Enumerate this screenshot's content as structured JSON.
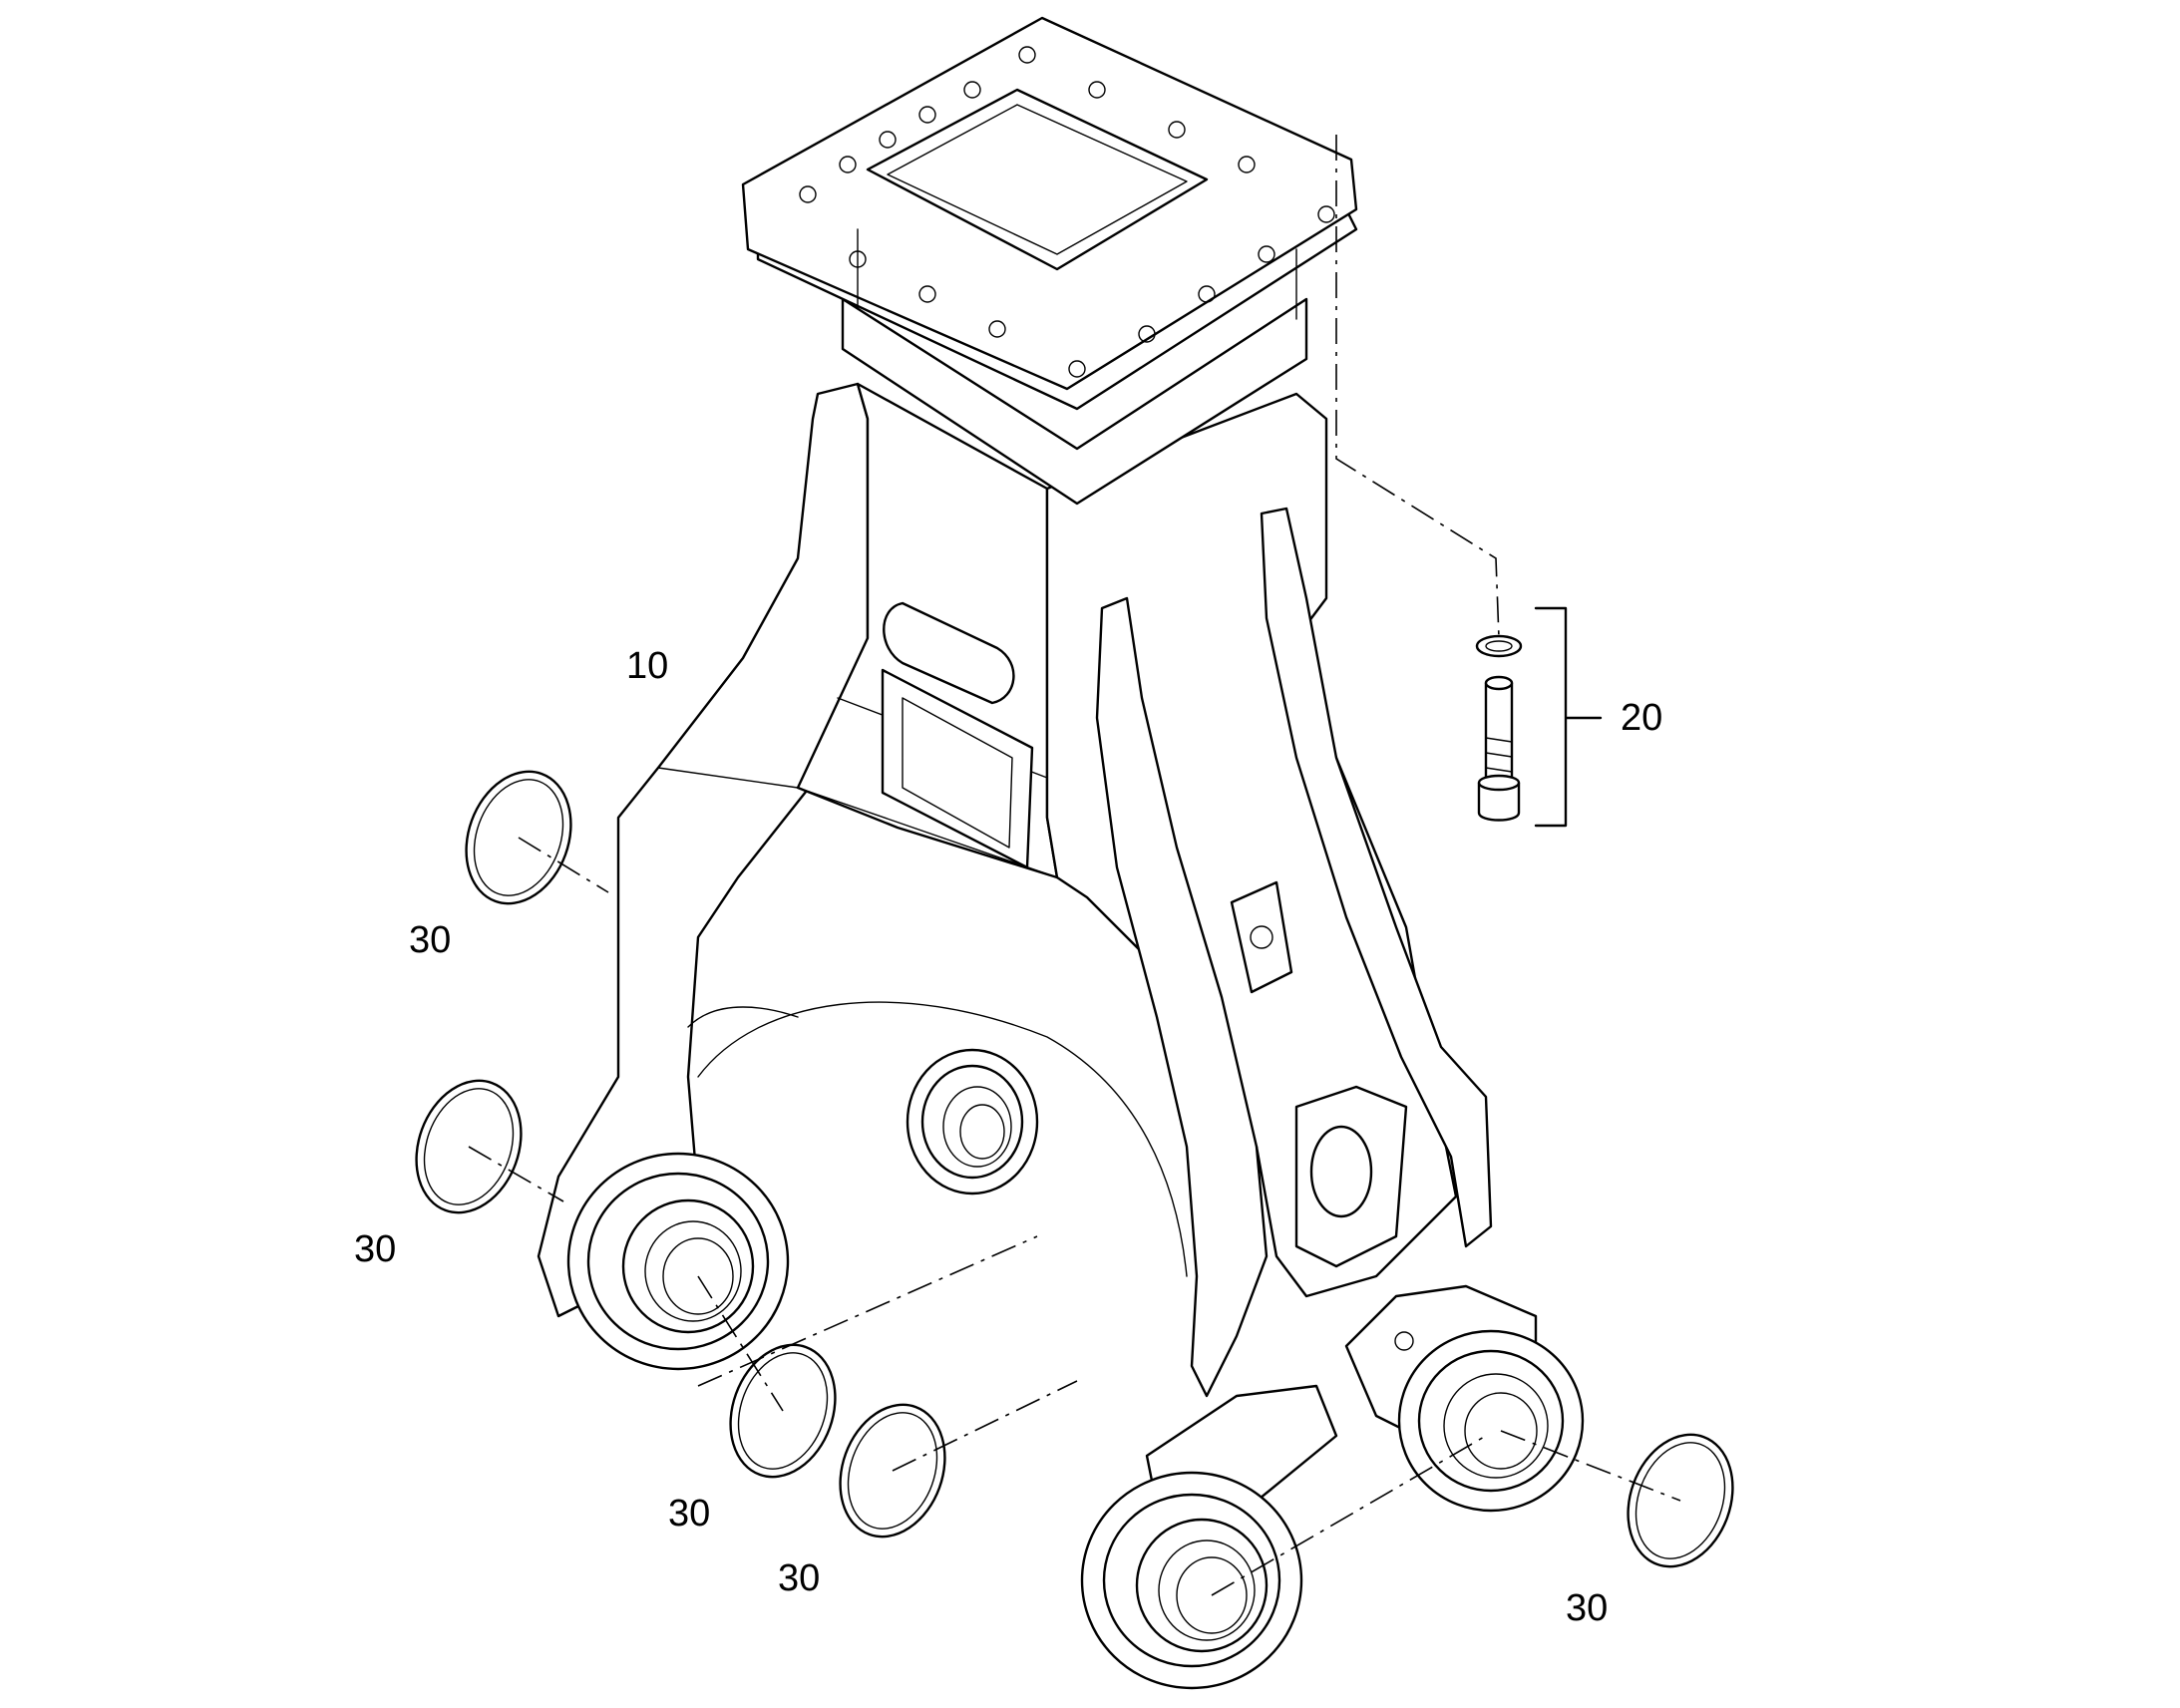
{
  "callouts": {
    "frame": "10",
    "bolt_kit": "20",
    "ring_1": "30",
    "ring_2": "30",
    "ring_3": "30",
    "ring_4": "30",
    "ring_5": "30"
  }
}
